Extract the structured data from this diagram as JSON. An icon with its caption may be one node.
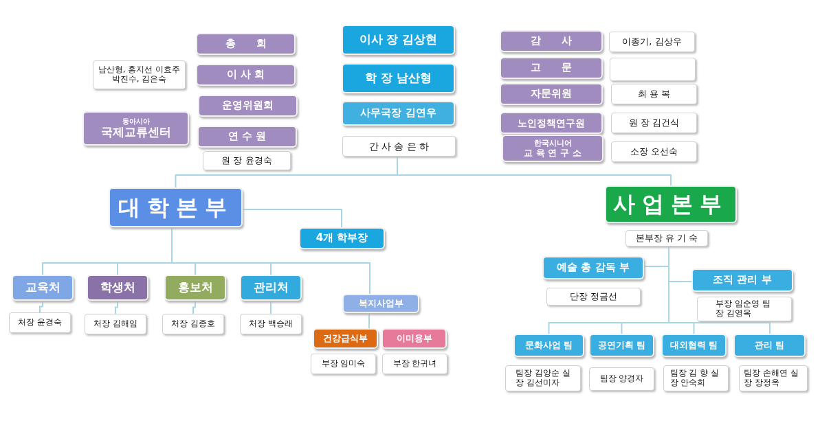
{
  "diagram": {
    "nodes": [
      {
        "text": [
          "총　　회"
        ]
      },
      {
        "text": [
          "남산형, 홍지선 이효주 박진수, 김은숙"
        ]
      },
      {
        "text": [
          "이 사 회"
        ]
      },
      {
        "text": [
          "운영위원회"
        ]
      },
      {
        "text": [
          "동아시아",
          "국제교류센터"
        ]
      },
      {
        "text": [
          "연 수 원"
        ]
      },
      {
        "text": [
          "원 장 윤경숙"
        ]
      },
      {
        "text": [
          "이사 장 김상현"
        ]
      },
      {
        "text": [
          "학 장 남산형"
        ]
      },
      {
        "text": [
          "사무국장 김연우"
        ]
      },
      {
        "text": [
          "간 사 송 은 하"
        ]
      },
      {
        "text": [
          "감　　사"
        ]
      },
      {
        "text": [
          "이종기, 김상우"
        ]
      },
      {
        "text": [
          "고　　문"
        ]
      },
      {
        "text": [],
        "shape": "box"
      },
      {
        "text": [
          "자문위원"
        ]
      },
      {
        "text": [
          "최 용 복"
        ]
      },
      {
        "text": [
          "노인정책연구원"
        ]
      },
      {
        "text": [
          "원 장 김건식"
        ]
      },
      {
        "text": [
          "한국시니어",
          "교 육 연 구 소"
        ]
      },
      {
        "text": [
          "소장 오선숙"
        ]
      },
      {
        "text": [
          "대학본부"
        ]
      },
      {
        "text": [
          "사업본부"
        ]
      },
      {
        "text": [
          "4개 학부장"
        ]
      },
      {
        "text": [
          "본부장 유 기 숙"
        ]
      },
      {
        "text": [
          "교육처"
        ]
      },
      {
        "text": [
          "학생처"
        ]
      },
      {
        "text": [
          "홍보처"
        ]
      },
      {
        "text": [
          "관리처"
        ]
      },
      {
        "text": [
          "복지사업부"
        ]
      },
      {
        "text": [
          "예술 총 감독 부"
        ]
      },
      {
        "text": [
          "조직 관리 부"
        ]
      },
      {
        "text": [
          "처장 윤경숙"
        ]
      },
      {
        "text": [
          "처장 김해임"
        ]
      },
      {
        "text": [
          "처장 김종호"
        ]
      },
      {
        "text": [
          "처장 백승래"
        ]
      },
      {
        "text": [
          "건강급식부"
        ]
      },
      {
        "text": [
          "이미용부"
        ]
      },
      {
        "text": [
          "단장 정금선"
        ]
      },
      {
        "text": [
          "부장 임순영 팀장 김영옥"
        ]
      },
      {
        "text": [
          "문화사업 팀"
        ]
      },
      {
        "text": [
          "공연기획 팀"
        ]
      },
      {
        "text": [
          "대외협력 팀"
        ]
      },
      {
        "text": [
          "관리 팀"
        ]
      },
      {
        "text": [
          "부장 임미숙"
        ]
      },
      {
        "text": [
          "부장 한귀녀"
        ]
      },
      {
        "text": [
          "팀장 김양순 실장 김선미자"
        ]
      },
      {
        "text": [
          "팀장 양경자"
        ]
      },
      {
        "text": [
          "팀장 김 향 실장 안숙희"
        ]
      },
      {
        "text": [
          "팀장 손해연 실장 장정옥"
        ]
      }
    ],
    "edges": [
      {
        "from": 10,
        "to": 21,
        "arrow": "none"
      },
      {
        "from": 10,
        "to": 22,
        "arrow": "none"
      },
      {
        "from": 21,
        "to": 23,
        "arrow": "none"
      },
      {
        "from": 21,
        "to": 25,
        "arrow": "none"
      },
      {
        "from": 21,
        "to": 26,
        "arrow": "none"
      },
      {
        "from": 21,
        "to": 27,
        "arrow": "none"
      },
      {
        "from": 21,
        "to": 28,
        "arrow": "none"
      },
      {
        "from": 21,
        "to": 29,
        "arrow": "none"
      },
      {
        "from": 25,
        "to": 32,
        "arrow": "none"
      },
      {
        "from": 26,
        "to": 33,
        "arrow": "none"
      },
      {
        "from": 27,
        "to": 34,
        "arrow": "none"
      },
      {
        "from": 28,
        "to": 35,
        "arrow": "none"
      },
      {
        "from": 29,
        "to": 36,
        "arrow": "none"
      },
      {
        "from": 24,
        "to": 30,
        "arrow": "none"
      },
      {
        "from": 24,
        "to": 31,
        "arrow": "none"
      },
      {
        "from": 24,
        "to": 40,
        "arrow": "none"
      },
      {
        "from": 24,
        "to": 41,
        "arrow": "none"
      },
      {
        "from": 24,
        "to": 42,
        "arrow": "none"
      },
      {
        "from": 24,
        "to": 43,
        "arrow": "none"
      }
    ]
  }
}
